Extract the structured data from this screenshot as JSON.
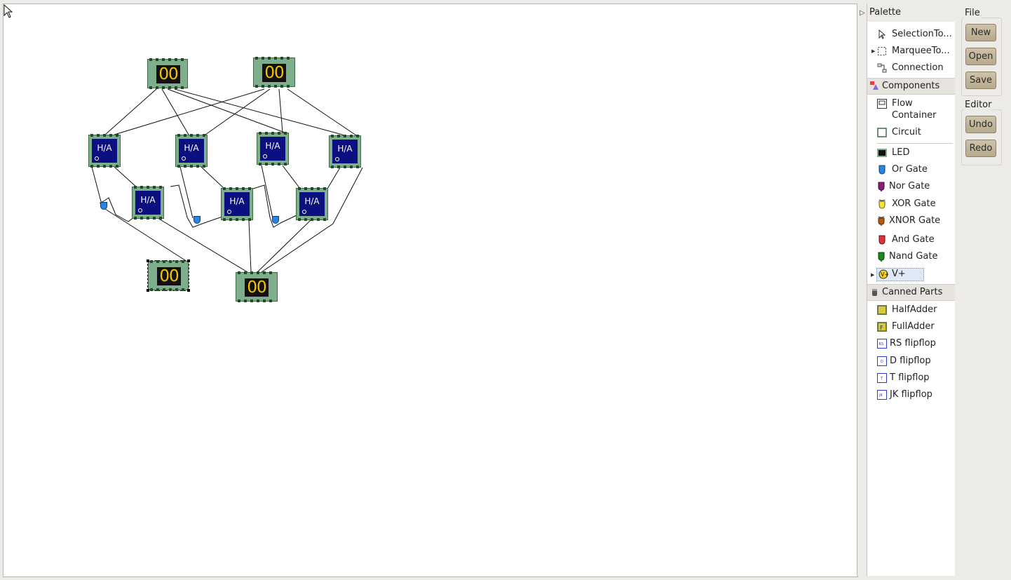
{
  "canvas": {
    "led_displays": [
      {
        "text": "00"
      },
      {
        "text": "00"
      },
      {
        "text": "00"
      },
      {
        "text": "00"
      }
    ],
    "half_adders": [
      {
        "label": "H/A"
      },
      {
        "label": "H/A"
      },
      {
        "label": "H/A"
      },
      {
        "label": "H/A"
      },
      {
        "label": "H/A"
      },
      {
        "label": "H/A"
      },
      {
        "label": "H/A"
      }
    ]
  },
  "palette": {
    "title": "Palette",
    "tools": [
      {
        "label": "SelectionTo...",
        "icon": "arrow-cursor-icon"
      },
      {
        "label": "MarqueeTo...",
        "icon": "marquee-icon"
      },
      {
        "label": "Connection",
        "icon": "connection-icon"
      }
    ],
    "components_header": "Components",
    "components": [
      {
        "label": "Flow",
        "label2": "Container",
        "icon": "flow-container-icon"
      },
      {
        "label": "Circuit",
        "icon": "circuit-icon"
      },
      {
        "label": "LED",
        "icon": "led-icon"
      },
      {
        "label": "Or Gate",
        "icon": "or-gate-icon",
        "color": "#2a86e0"
      },
      {
        "label": "Nor Gate",
        "icon": "nor-gate-icon",
        "color": "#8a1f7a"
      },
      {
        "label": "XOR Gate",
        "icon": "xor-gate-icon",
        "color": "#f2e23a"
      },
      {
        "label": "XNOR Gate",
        "icon": "xnor-gate-icon",
        "color": "#b55a12"
      },
      {
        "label": "And Gate",
        "icon": "and-gate-icon",
        "color": "#e0303a"
      },
      {
        "label": "Nand Gate",
        "icon": "nand-gate-icon",
        "color": "#1a8a1a"
      },
      {
        "label": "V+",
        "icon": "vplus-icon"
      }
    ],
    "canned_header": "Canned Parts",
    "canned": [
      {
        "label": "HalfAdder",
        "icon": "halfadder-icon"
      },
      {
        "label": "FullAdder",
        "icon": "fulladder-icon"
      },
      {
        "label": "RS flipflop",
        "icon": "rs-flipflop-icon",
        "badge": "RS"
      },
      {
        "label": "D flipflop",
        "icon": "d-flipflop-icon",
        "badge": "D"
      },
      {
        "label": "T flipflop",
        "icon": "t-flipflop-icon",
        "badge": "T"
      },
      {
        "label": "JK flipflop",
        "icon": "jk-flipflop-icon",
        "badge": "JK"
      }
    ]
  },
  "file_group": {
    "label": "File",
    "new": "New",
    "open": "Open",
    "save": "Save"
  },
  "editor_group": {
    "label": "Editor",
    "undo": "Undo",
    "redo": "Redo"
  }
}
